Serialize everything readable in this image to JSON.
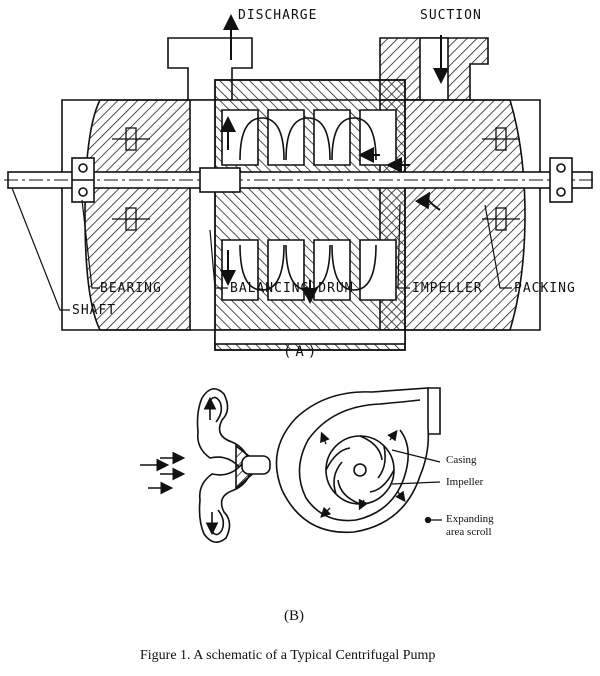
{
  "diagram_a": {
    "labels": {
      "discharge": "DISCHARGE",
      "suction": "SUCTION",
      "bearing": "BEARING",
      "balancing_drum": "BALANCING DRUM",
      "impeller": "IMPELLER",
      "packing": "PACKING",
      "shaft": "SHAFT"
    },
    "caption": "(A)"
  },
  "diagram_b": {
    "labels": {
      "casing": "Casing",
      "impeller": "Impeller",
      "scroll_line1": "Expanding",
      "scroll_line2": "area scroll"
    },
    "caption": "(B)"
  },
  "figure_caption": "Figure 1. A schematic of a Typical Centrifugal Pump"
}
